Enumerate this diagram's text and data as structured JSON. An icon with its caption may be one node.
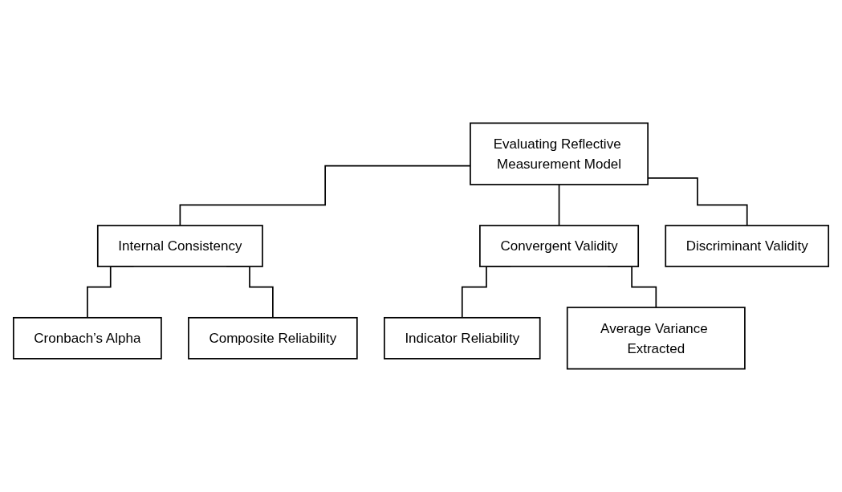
{
  "diagram": {
    "nodes": [
      {
        "text": [
          "Evaluating Reflective Measurement Model"
        ]
      },
      {
        "text": [
          "Internal Consistency"
        ]
      },
      {
        "text": [
          "Convergent Validity"
        ]
      },
      {
        "text": [
          "Discriminant Validity"
        ]
      },
      {
        "text": [
          "Cronbach’s Alpha"
        ]
      },
      {
        "text": [
          "Composite Reliability"
        ]
      },
      {
        "text": [
          "Indicator Reliability"
        ]
      },
      {
        "text": [
          "Average Variance Extracted"
        ]
      }
    ],
    "edges": [
      {
        "from": 0,
        "to": 1,
        "arrow": "none"
      },
      {
        "from": 0,
        "to": 2,
        "arrow": "none"
      },
      {
        "from": 0,
        "to": 3,
        "arrow": "none"
      },
      {
        "from": 1,
        "to": 4,
        "arrow": "none"
      },
      {
        "from": 1,
        "to": 5,
        "arrow": "none"
      },
      {
        "from": 2,
        "to": 6,
        "arrow": "none"
      },
      {
        "from": 2,
        "to": 7,
        "arrow": "none"
      }
    ]
  }
}
